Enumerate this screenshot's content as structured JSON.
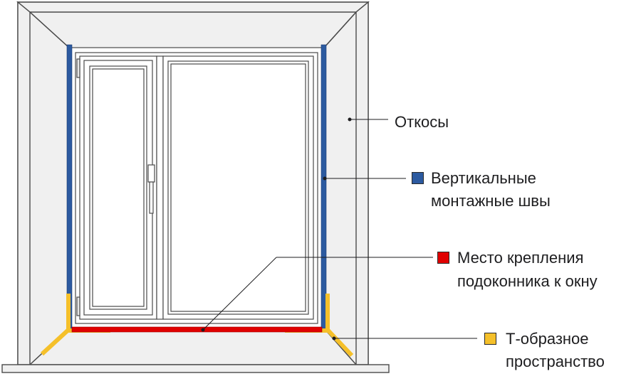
{
  "labels": {
    "otkosy": "Откосы",
    "vertical_line1": "Вертикальные",
    "vertical_line2": "монтажные швы",
    "sill_line1": "Место крепления",
    "sill_line2": "подоконника к окну",
    "t_line1": "Т-образное",
    "t_line2": "пространство"
  },
  "colors": {
    "vertical_seam": "#2c5aa0",
    "sill_attachment": "#e00000",
    "t_space": "#f5c02a",
    "outline": "#4a4a4a",
    "wall_fill": "#f0f0f0",
    "frame_fill": "#ffffff"
  }
}
